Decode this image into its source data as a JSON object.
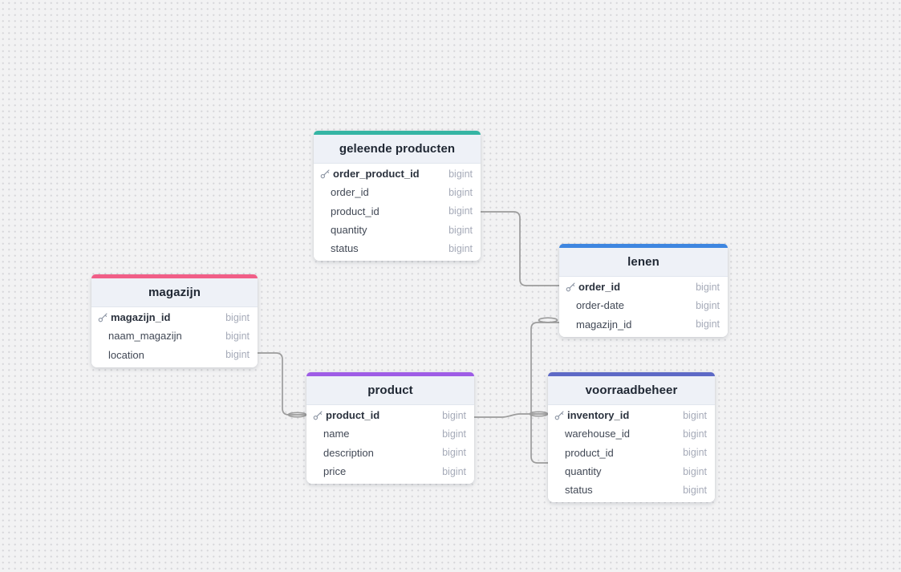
{
  "app": {
    "kind": "database-er-diagram-canvas"
  },
  "colors": {
    "canvas_background": "#f2f2f3",
    "dot_grid": "#d7d7da",
    "connector": "#9c9c9c",
    "header_background": "#eef1f7",
    "title_text": "#1f2733",
    "field_text": "#414855",
    "type_text": "#a5aab8"
  },
  "tables": [
    {
      "name": "geleende producten",
      "accent": "#35b5a4",
      "fields": [
        {
          "name": "order_product_id",
          "type": "bigint",
          "pk": true
        },
        {
          "name": "order_id",
          "type": "bigint",
          "pk": false
        },
        {
          "name": "product_id",
          "type": "bigint",
          "pk": false
        },
        {
          "name": "quantity",
          "type": "bigint",
          "pk": false
        },
        {
          "name": "status",
          "type": "bigint",
          "pk": false
        }
      ]
    },
    {
      "name": "lenen",
      "accent": "#3e86e0",
      "fields": [
        {
          "name": "order_id",
          "type": "bigint",
          "pk": true
        },
        {
          "name": "order-date",
          "type": "bigint",
          "pk": false
        },
        {
          "name": "magazijn_id",
          "type": "bigint",
          "pk": false
        }
      ]
    },
    {
      "name": "magazijn",
      "accent": "#f15e87",
      "fields": [
        {
          "name": "magazijn_id",
          "type": "bigint",
          "pk": true
        },
        {
          "name": "naam_magazijn",
          "type": "bigint",
          "pk": false
        },
        {
          "name": "location",
          "type": "bigint",
          "pk": false
        }
      ]
    },
    {
      "name": "product",
      "accent": "#9e5ce6",
      "fields": [
        {
          "name": "product_id",
          "type": "bigint",
          "pk": true
        },
        {
          "name": "name",
          "type": "bigint",
          "pk": false
        },
        {
          "name": "description",
          "type": "bigint",
          "pk": false
        },
        {
          "name": "price",
          "type": "bigint",
          "pk": false
        }
      ]
    },
    {
      "name": "voorraadbeheer",
      "accent": "#5d69c6",
      "fields": [
        {
          "name": "inventory_id",
          "type": "bigint",
          "pk": true
        },
        {
          "name": "warehouse_id",
          "type": "bigint",
          "pk": false
        },
        {
          "name": "product_id",
          "type": "bigint",
          "pk": false
        },
        {
          "name": "quantity",
          "type": "bigint",
          "pk": false
        },
        {
          "name": "status",
          "type": "bigint",
          "pk": false
        }
      ]
    }
  ],
  "relationships": [
    {
      "from_table": "geleende producten",
      "from_anchor_field": "product_id",
      "to_table": "lenen",
      "to_anchor_field": "order_id"
    },
    {
      "from_table": "magazijn",
      "from_anchor_field": "location",
      "to_table": "product",
      "to_anchor_field": "product_id"
    },
    {
      "from_table": "product",
      "from_anchor_field": "product_id",
      "to_table": "voorraadbeheer",
      "to_anchor_field": "inventory_id"
    },
    {
      "from_table": "lenen",
      "from_anchor_field": "magazijn_id",
      "to_table": "voorraadbeheer",
      "to_anchor_field": "quantity"
    }
  ]
}
